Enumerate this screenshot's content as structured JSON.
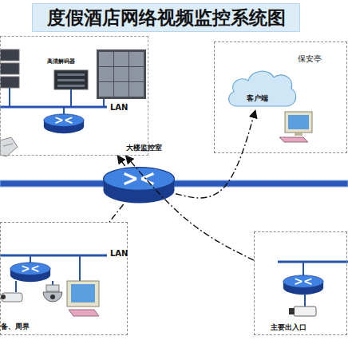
{
  "diagram": {
    "title": "度假酒店网络视频监控系统图",
    "nodes": [
      {
        "text": [
          "高清解码器",
          "LAN"
        ]
      },
      {
        "text": [
          "大楼监控室"
        ]
      },
      {
        "text": [
          "保安亭"
        ]
      },
      {
        "text": [
          "客户端"
        ],
        "in": 2
      },
      {
        "text": [
          "LAN",
          "备、周界"
        ]
      },
      {
        "text": [
          "主要出入口"
        ]
      }
    ],
    "edges": [
      {
        "from": 1,
        "to": 0,
        "arrow": "to"
      },
      {
        "from": 5,
        "to": 0,
        "arrow": "to"
      },
      {
        "from": 1,
        "to": 3,
        "arrow": "to"
      },
      {
        "from": 1,
        "to": 4,
        "arrow": "none"
      }
    ]
  }
}
